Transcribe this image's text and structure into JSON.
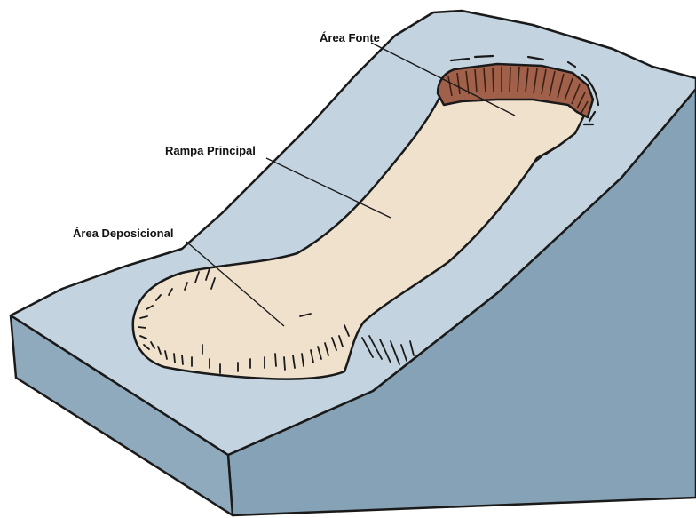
{
  "labels": {
    "source_area": "Área Fonte",
    "main_track": "Rampa Principal",
    "deposition_area": "Área Deposicional"
  },
  "colors": {
    "slope_top": "#c3d3df",
    "slope_front": "#8faabd",
    "slope_side": "#86a2b6",
    "flow_body": "#f0e1cc",
    "scarp": "#a0604a",
    "outline": "#1a1a1a"
  }
}
